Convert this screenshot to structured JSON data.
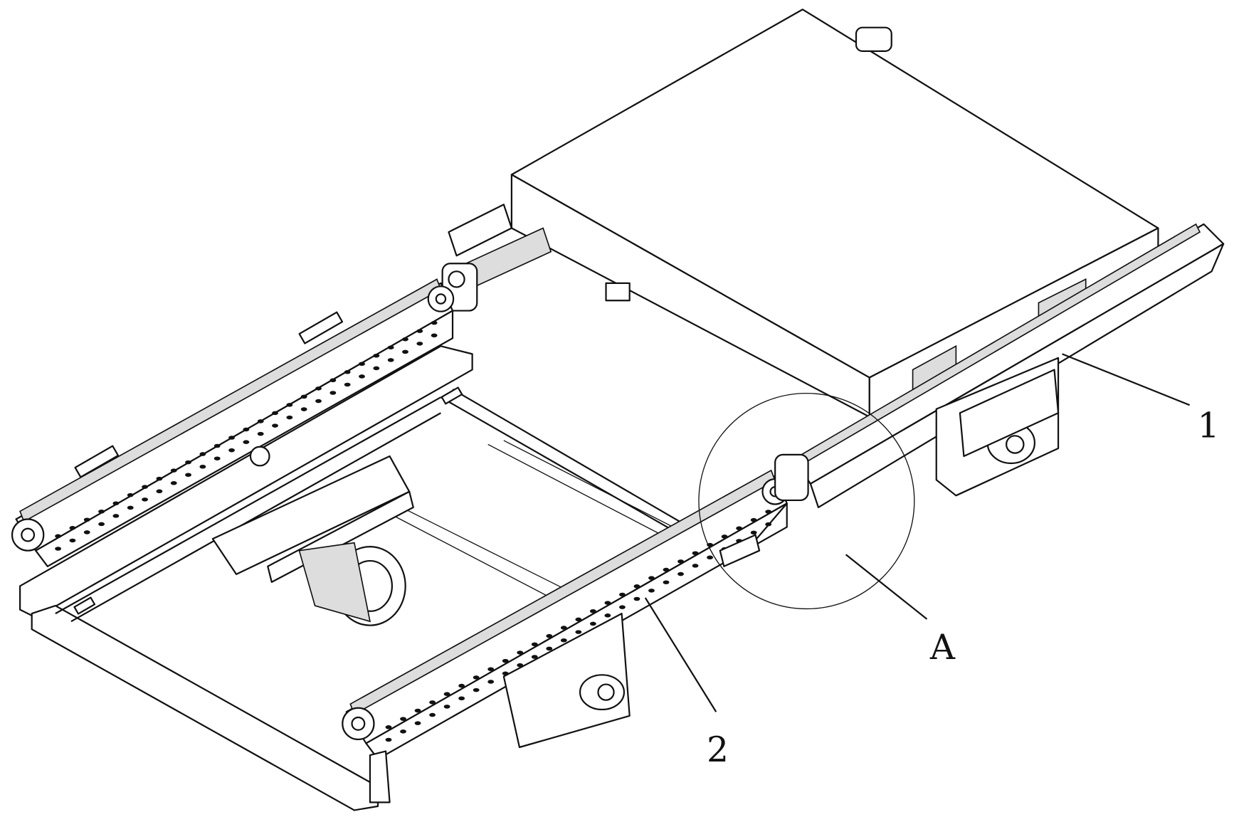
{
  "figure": {
    "labels": {
      "part_1": "1",
      "part_2": "2",
      "detail_a": "A"
    }
  }
}
